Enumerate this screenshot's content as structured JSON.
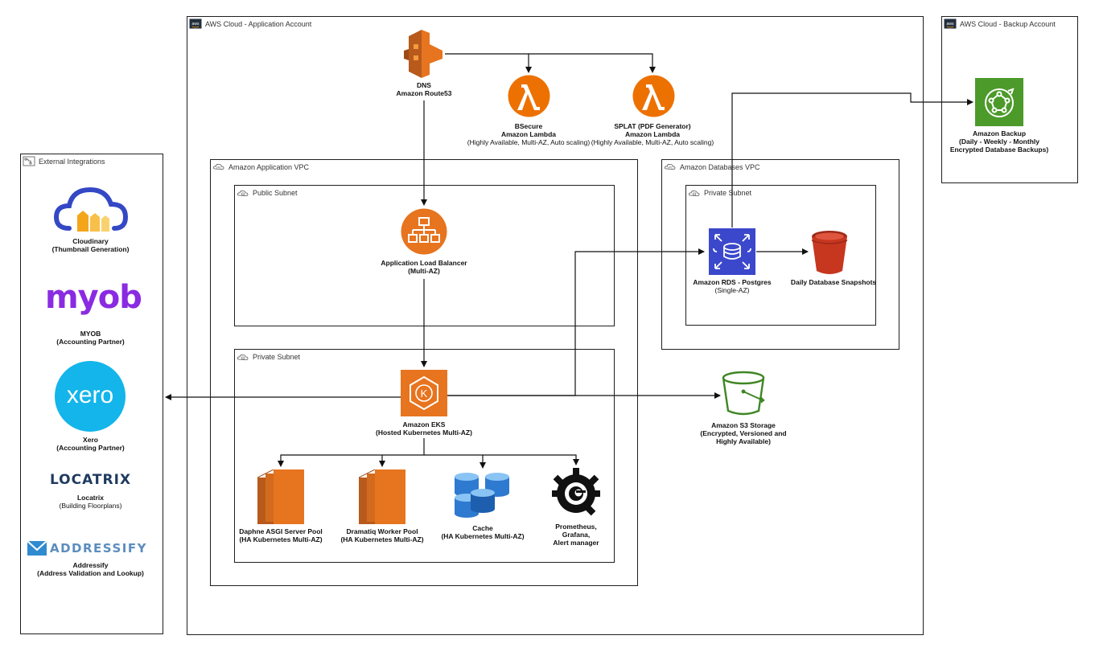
{
  "containers": {
    "app_account": "AWS Cloud - Application Account",
    "backup_account": "AWS Cloud -  Backup Account",
    "external": "External Integrations",
    "app_vpc": "Amazon Application VPC",
    "db_vpc": "Amazon Databases VPC",
    "public_subnet": "Public Subnet",
    "private_subnet_app": "Private Subnet",
    "private_subnet_db": "Private Subnet"
  },
  "aws_badge": "aws",
  "nodes": {
    "dns": {
      "line1": "DNS",
      "line2": "Amazon Route53"
    },
    "bsecure": {
      "line1": "BSecure",
      "line2": "Amazon Lambda",
      "line3": "(Highly Available, Multi-AZ, Auto scaling)"
    },
    "splat": {
      "line1": "SPLAT (PDF Generator)",
      "line2": "Amazon Lambda",
      "line3": "(Highly Available, Multi-AZ, Auto scaling)"
    },
    "alb": {
      "line1": "Application Load Balancer",
      "line2": "(Multi-AZ)"
    },
    "eks": {
      "line1": "Amazon EKS",
      "line2": "(Hosted Kubernetes Multi-AZ)"
    },
    "daphne": {
      "line1": "Daphne ASGI Server Pool",
      "line2": "(HA Kubernetes Multi-AZ)"
    },
    "dramatiq": {
      "line1": "Dramatiq Worker Pool",
      "line2": "(HA Kubernetes Multi-AZ)"
    },
    "cache": {
      "line1": "Cache",
      "line2": "(HA Kubernetes Multi-AZ)"
    },
    "monitoring": {
      "line1": "Prometheus,",
      "line2": "Grafana,",
      "line3": "Alert manager"
    },
    "rds": {
      "line1": "Amazon RDS - Postgres",
      "line2": "(Single-AZ)"
    },
    "snapshots": {
      "line1": "Daily Database Snapshots"
    },
    "s3": {
      "line1": "Amazon S3 Storage",
      "line2": "(Encrypted, Versioned and",
      "line3": "Highly Available)"
    },
    "backup": {
      "line1": "Amazon Backup",
      "line2": "(Daily - Weekly - Monthly",
      "line3": "Encrypted Database Backups)"
    }
  },
  "integrations": {
    "cloudinary": {
      "line1": "Cloudinary",
      "line2": "(Thumbnail Generation)"
    },
    "myob": {
      "logo": "myob",
      "line1": "MYOB",
      "line2": "(Accounting Partner)"
    },
    "xero": {
      "logo": "xero",
      "line1": "Xero",
      "line2": "(Accounting Partner)"
    },
    "locatrix": {
      "logo": "LOCATRIX",
      "line1": "Locatrix",
      "line2": "(Building Floorplans)"
    },
    "addressify": {
      "logo": "ADDRESSIFY",
      "line1": "Addressify",
      "line2": "(Address Validation and Lookup)"
    }
  },
  "colors": {
    "aws_orange": "#E7741F",
    "lambda_orange": "#ED7100",
    "rds_blue": "#3B48CC",
    "s3_green": "#3F8624",
    "snapshot_red": "#C7361F",
    "backup_green": "#4C9A2A",
    "cache_blue": "#2E7AD1",
    "myob_purple": "#8A2BE2",
    "xero_blue": "#13B5EA",
    "cloudinary_blue": "#3448C5",
    "border": "#1f1f1f"
  },
  "icons": [
    "route53-icon",
    "lambda-icon",
    "elb-icon",
    "eks-icon",
    "ec2-icon",
    "cache-icon",
    "grafana-icon",
    "rds-icon",
    "snapshot-bucket-icon",
    "s3-bucket-icon",
    "backup-icon",
    "cloudinary-logo",
    "myob-logo",
    "xero-logo",
    "locatrix-logo",
    "addressify-logo"
  ]
}
